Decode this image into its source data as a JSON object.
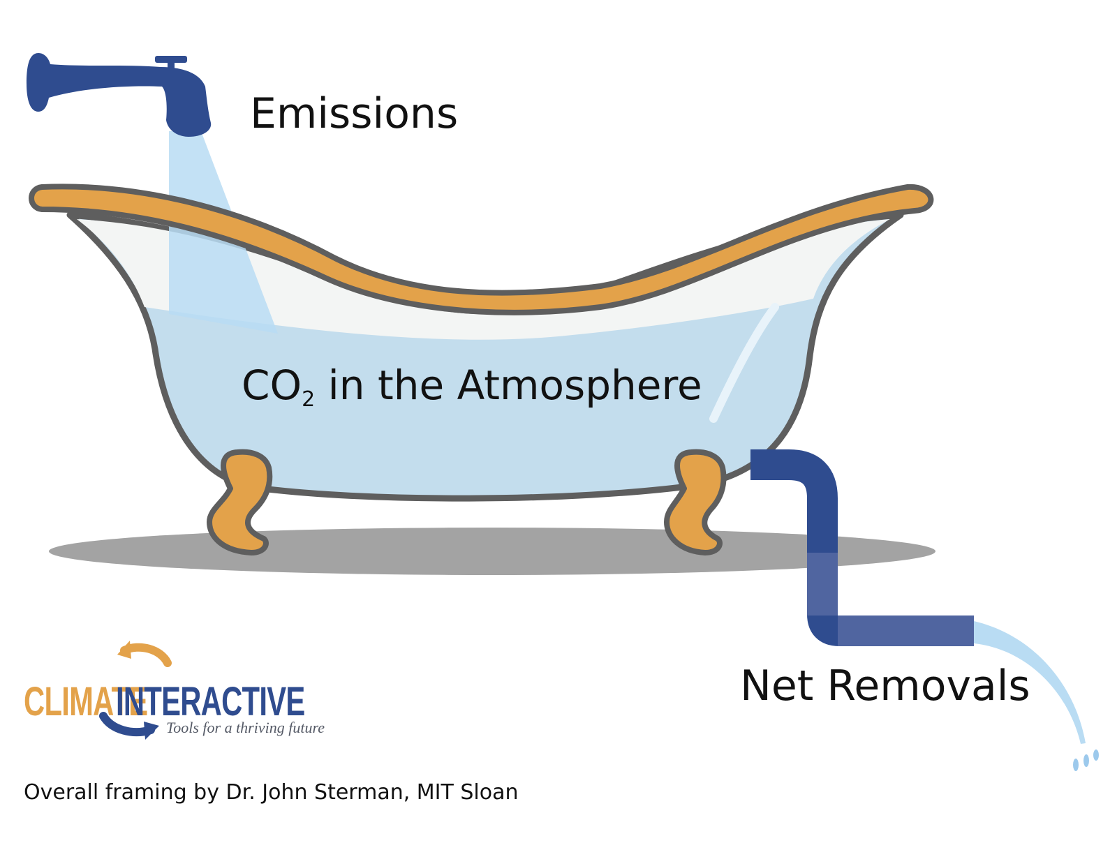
{
  "labels": {
    "emissions": "Emissions",
    "co2_main": "CO",
    "co2_sub": "2",
    "co2_rest": " in the Atmosphere",
    "net_removals": "Net Removals",
    "credit": "Overall framing by Dr. John Sterman, MIT Sloan"
  },
  "logo": {
    "word1": "CLIMATE",
    "word2": "INTERACTIVE",
    "tagline": "Tools for a thriving future"
  },
  "colors": {
    "faucet": "#2f4c8f",
    "drain_pipe": "#2f4c8f",
    "drain_pipe_lower": "#5065a0",
    "water_stream": "#b9dcf3",
    "water": "#c3dded",
    "tub_rim": "#e3a24a",
    "tub_feet": "#e3a24a",
    "tub_outline": "#5e5e5e",
    "tub_interior": "#f3f5f4",
    "shadow": "#a3a3a3",
    "logo_orange": "#e3a24a",
    "logo_blue": "#2f4c8f"
  },
  "icons": {
    "faucet": "faucet-icon",
    "drain_pipe": "drain-pipe-icon",
    "logo_arrows": "circular-arrows-icon"
  }
}
